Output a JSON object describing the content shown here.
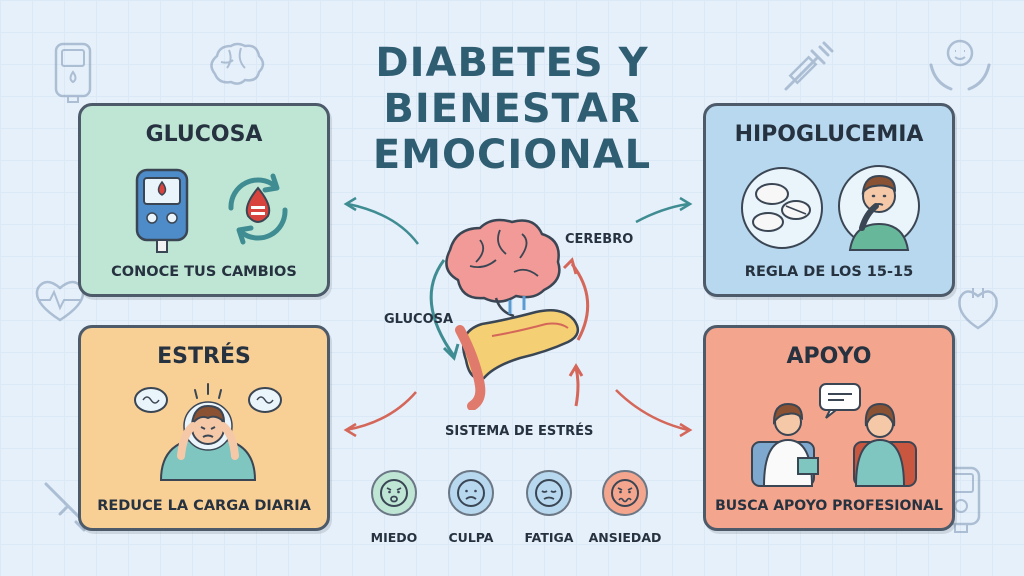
{
  "title": "DIABETES Y BIENESTAR EMOCIONAL",
  "colors": {
    "title": "#2f5d72",
    "glucosa": "#bfe6d5",
    "hipoglucemia": "#b7d8ee",
    "estres": "#f8cf95",
    "apoyo": "#f4a58e",
    "arrow_teal": "#3f8d92",
    "arrow_red": "#d4675a"
  },
  "cards": {
    "glucosa": {
      "title": "GLUCOSA",
      "subtitle": "CONOCE TUS CAMBIOS",
      "icons": [
        "glucometer-icon",
        "blood-drop-cycle-icon"
      ]
    },
    "hipoglucemia": {
      "title": "HIPOGLUCEMIA",
      "subtitle": "REGLA DE LOS 15-15",
      "icons": [
        "tablets-icon",
        "worried-person-icon"
      ]
    },
    "estres": {
      "title": "ESTRÉS",
      "subtitle": "REDUCE LA CARGA DIARIA",
      "icons": [
        "stressed-person-icon"
      ]
    },
    "apoyo": {
      "title": "APOYO",
      "subtitle": "BUSCA APOYO PROFESIONAL",
      "icons": [
        "counseling-session-icon"
      ]
    }
  },
  "center": {
    "cerebro": "CEREBRO",
    "glucosa": "GLUCOSA",
    "sistema": "SISTEMA DE ESTRÉS",
    "icons": [
      "brain-icon",
      "pancreas-icon"
    ]
  },
  "emotions": [
    {
      "label": "MIEDO",
      "color": "#bfe6d5",
      "icon": "fear-face-icon"
    },
    {
      "label": "CULPA",
      "color": "#b7d8ee",
      "icon": "guilt-face-icon"
    },
    {
      "label": "FATIGA",
      "color": "#b7d8ee",
      "icon": "tired-face-icon"
    },
    {
      "label": "ANSIEDAD",
      "color": "#f4a58e",
      "icon": "anxious-face-icon"
    }
  ]
}
